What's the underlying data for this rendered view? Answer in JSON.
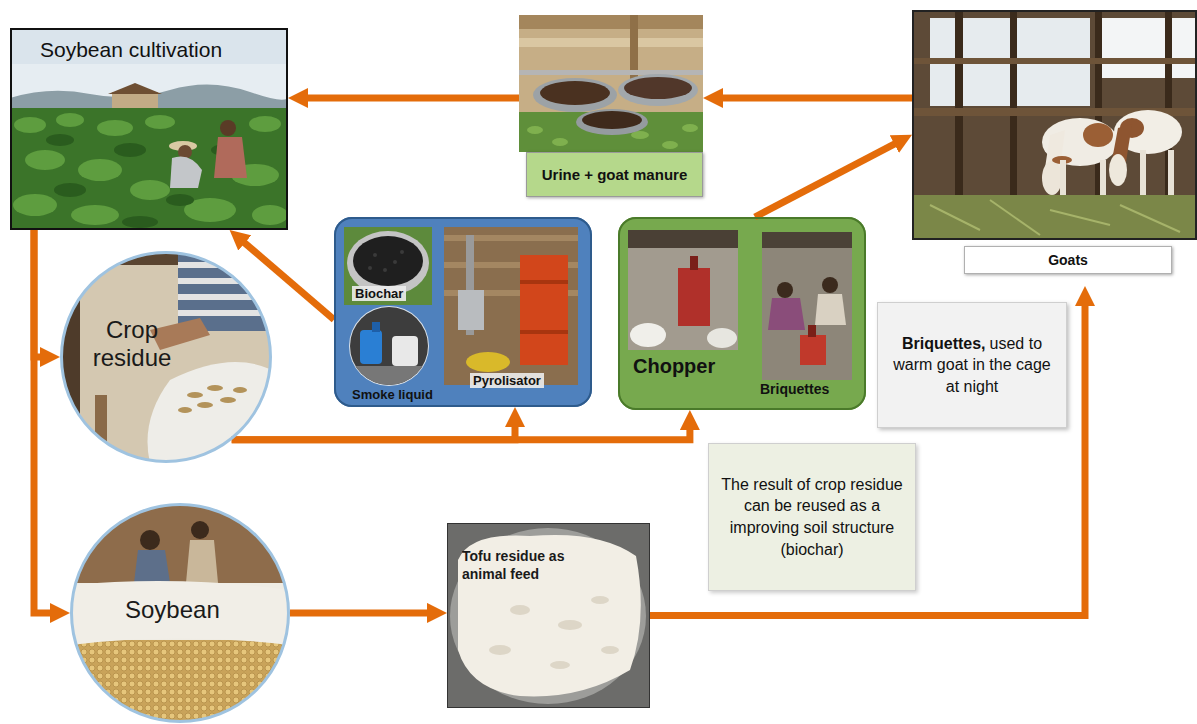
{
  "diagram": {
    "nodes": [
      {
        "text": [
          "Soybean cultivation"
        ]
      },
      {
        "text": [
          "Urine + goat manure"
        ]
      },
      {
        "text": [
          "Goats"
        ]
      },
      {
        "text": [
          "Crop residue"
        ]
      },
      {
        "text": [
          "Biochar",
          "Smoke liquid",
          "Pyrolisator"
        ]
      },
      {
        "text": [
          "Chopper",
          "Briquettes"
        ]
      },
      {
        "text": [
          "Briquettes,",
          "used to warm goat in the cage at night"
        ]
      },
      {
        "text": [
          "The result of crop residue can be reused as a improving soil structure (biochar)"
        ]
      },
      {
        "text": [
          "Soybean"
        ]
      },
      {
        "text": [
          "Tofu residue as animal feed"
        ]
      }
    ],
    "edges": [
      {
        "from": 0,
        "to": 3,
        "arrow": "to"
      },
      {
        "from": 0,
        "to": 8,
        "arrow": "to"
      },
      {
        "from": 3,
        "to": 4,
        "arrow": "to"
      },
      {
        "from": 3,
        "to": 5,
        "arrow": "to"
      },
      {
        "from": 4,
        "to": 0,
        "arrow": "to"
      },
      {
        "from": 5,
        "to": 2,
        "arrow": "to"
      },
      {
        "from": 2,
        "to": 1,
        "arrow": "to"
      },
      {
        "from": 1,
        "to": 0,
        "arrow": "to"
      },
      {
        "from": 8,
        "to": 9,
        "arrow": "to"
      },
      {
        "from": 9,
        "to": 2,
        "arrow": "to"
      }
    ]
  }
}
